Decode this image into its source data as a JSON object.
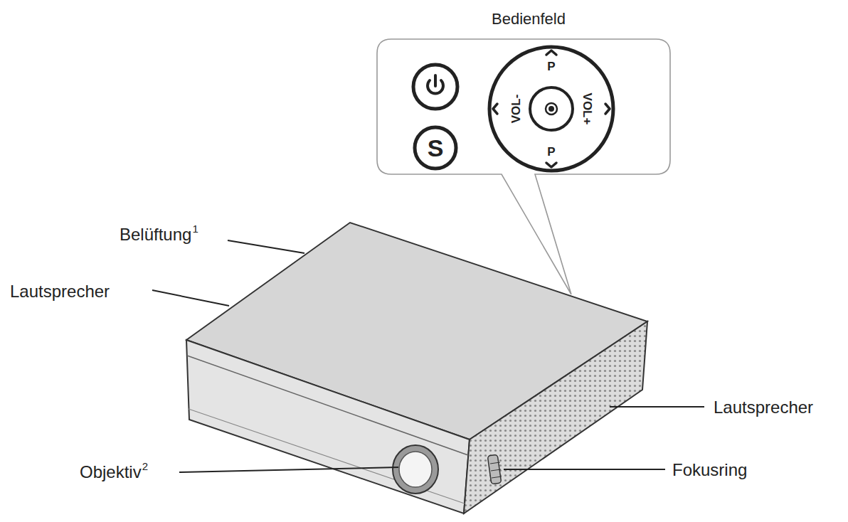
{
  "diagram": {
    "nodes": [
      {
        "text": [
          "Bedienfeld"
        ]
      },
      {
        "text": [
          "S"
        ],
        "in": 0
      },
      {
        "text": [
          "P",
          "VOL-",
          "VOL+",
          "P"
        ],
        "in": 0
      }
    ],
    "labels": [
      "Belüftung",
      "1",
      "Lautsprecher",
      "Lautsprecher",
      "Objektiv",
      "2",
      "Fokusring"
    ]
  }
}
